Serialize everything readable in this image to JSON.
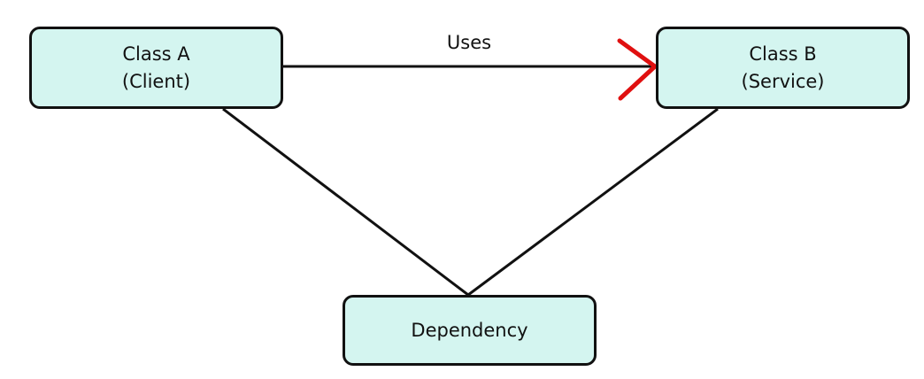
{
  "colors": {
    "node_fill": "#d4f5f0",
    "line": "#111111",
    "arrow_mark": "#e01010"
  },
  "nodes": {
    "class_a": {
      "label": "Class A\n(Client)"
    },
    "class_b": {
      "label": "Class B\n(Service)"
    },
    "dependency": {
      "label": "Dependency"
    }
  },
  "edges": {
    "uses": {
      "label": "Uses",
      "from": "Class A",
      "to": "Class B"
    },
    "a_to_dependency": {
      "from": "Class A",
      "to": "Dependency"
    },
    "b_to_dependency": {
      "from": "Class B",
      "to": "Dependency"
    }
  }
}
